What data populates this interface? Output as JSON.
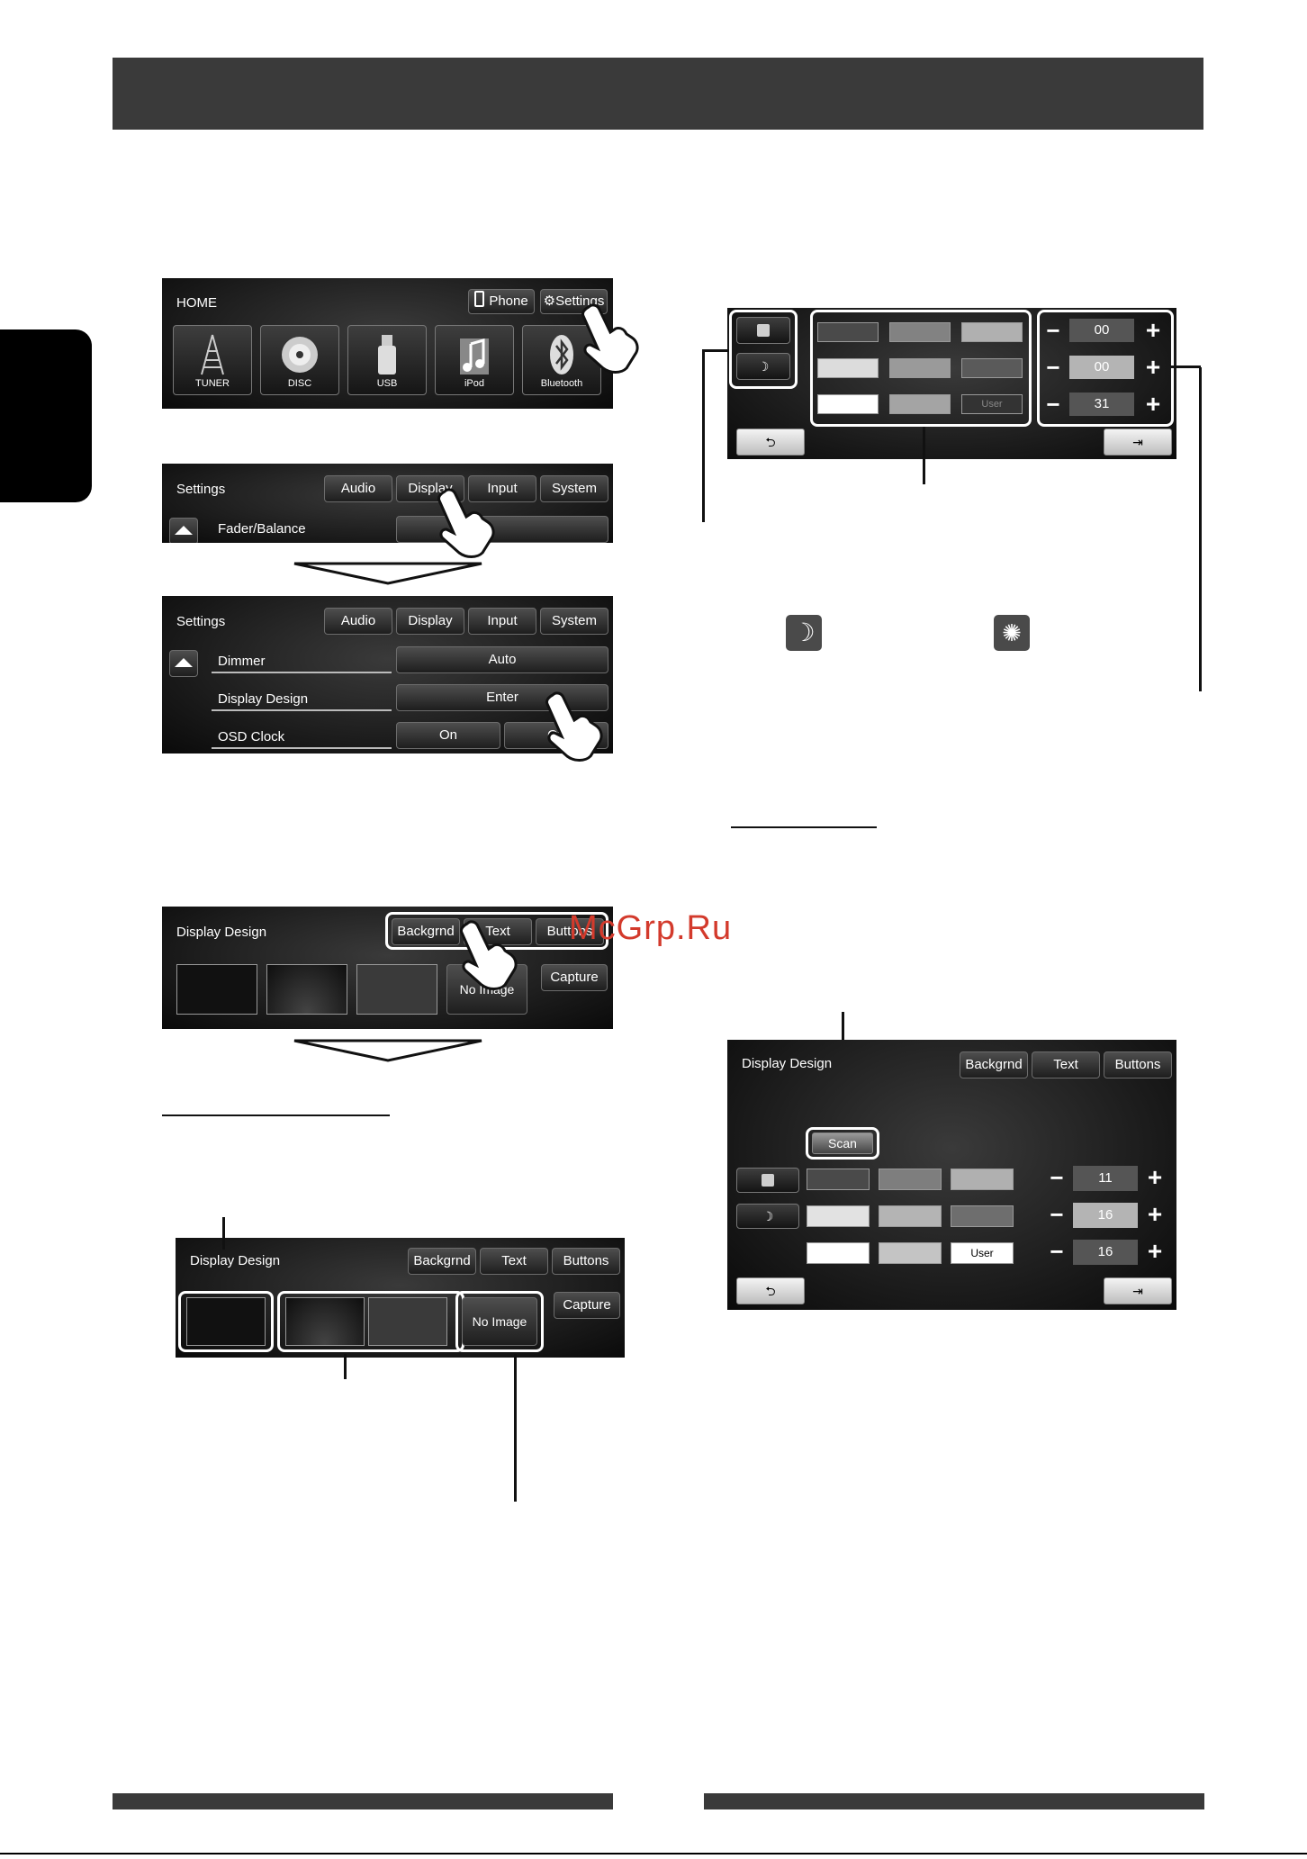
{
  "watermark": "McGrp.Ru",
  "home": {
    "title": "HOME",
    "phone": "Phone",
    "settings": "Settings",
    "sources": [
      "TUNER",
      "DISC",
      "USB",
      "iPod",
      "Bluetooth"
    ]
  },
  "settings1": {
    "title": "Settings",
    "tabs": [
      "Audio",
      "Display",
      "Input",
      "System"
    ],
    "row": "Fader/Balance"
  },
  "settings2": {
    "title": "Settings",
    "tabs": [
      "Audio",
      "Display",
      "Input",
      "System"
    ],
    "rows": [
      {
        "label": "Dimmer",
        "value": "Auto"
      },
      {
        "label": "Display Design",
        "value": "Enter"
      },
      {
        "label": "OSD Clock",
        "value": "On",
        "value2": "Off"
      }
    ]
  },
  "design1": {
    "title": "Display Design",
    "tabs": [
      "Backgrnd",
      "Text",
      "Buttons"
    ],
    "no_image": "No Image",
    "capture": "Capture"
  },
  "design2": {
    "title": "Display Design",
    "tabs": [
      "Backgrnd",
      "Text",
      "Buttons"
    ],
    "no_image": "No Image",
    "capture": "Capture"
  },
  "color_top": {
    "values": [
      "00",
      "00",
      "31"
    ],
    "user": "User"
  },
  "color_bottom": {
    "title": "Display Design",
    "tabs": [
      "Backgrnd",
      "Text",
      "Buttons"
    ],
    "scan": "Scan",
    "values": [
      "11",
      "16",
      "16"
    ],
    "user": "User"
  },
  "icons": [
    "moon-icon",
    "sun-icon",
    "back-icon",
    "exit-icon",
    "hand-pointer-icon"
  ]
}
